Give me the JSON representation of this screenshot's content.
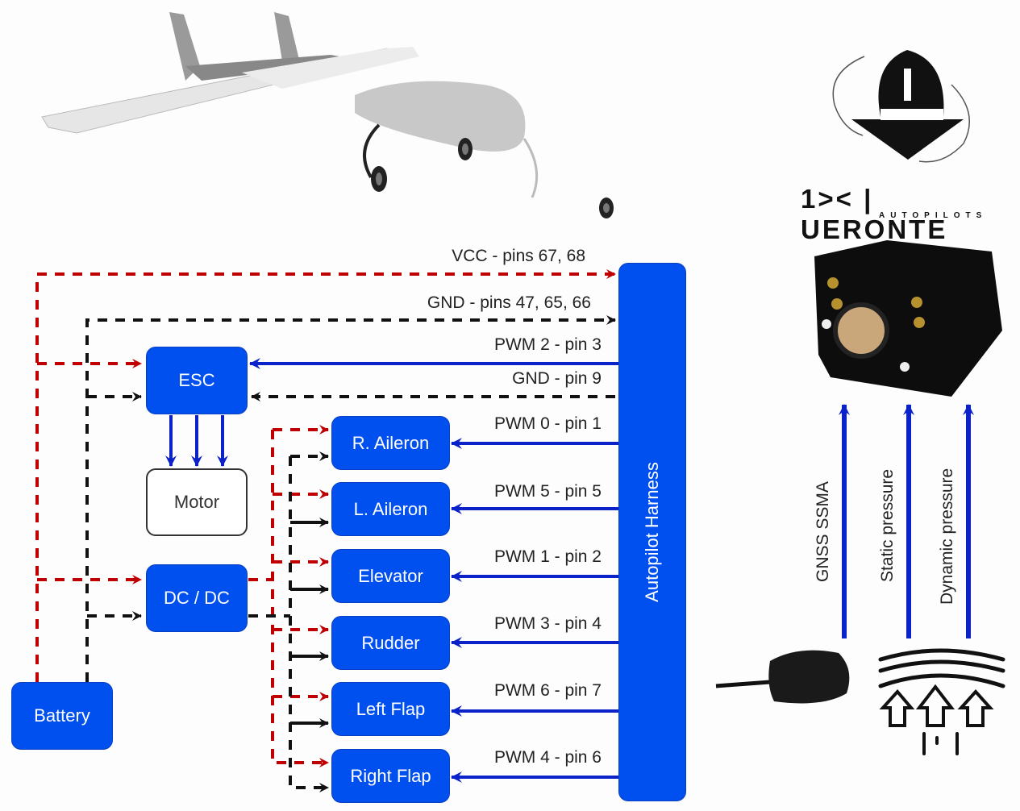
{
  "diagram": {
    "title_image": "fixed-wing UAV",
    "brand": {
      "mark": "1><",
      "name": "UERONTE",
      "subtitle": "AUTOPILOTS"
    },
    "blocks": {
      "esc": "ESC",
      "motor": "Motor",
      "dcdc": "DC / DC",
      "battery": "Battery",
      "harness": "Autopilot Harness",
      "servos": [
        "R. Aileron",
        "L. Aileron",
        "Elevator",
        "Rudder",
        "Left Flap",
        "Right Flap"
      ]
    },
    "connections": {
      "vcc": "VCC - pins 67, 68",
      "gnd_main": "GND - pins 47, 65, 66",
      "esc_pwm": "PWM 2 - pin 3",
      "esc_gnd": "GND - pin 9",
      "servo_pwm": [
        "PWM 0 - pin 1",
        "PWM 5 - pin 5",
        "PWM 1 - pin 2",
        "PWM 3 - pin 4",
        "PWM 6 - pin 7",
        "PWM 4 - pin 6"
      ]
    },
    "sensors": {
      "gnss": "GNSS SSMA",
      "static": "Static pressure",
      "dynamic": "Dynamic pressure"
    },
    "colors": {
      "power": "#c00000",
      "ground": "#111111",
      "signal": "#0a22c8",
      "block": "#0050ef"
    }
  }
}
